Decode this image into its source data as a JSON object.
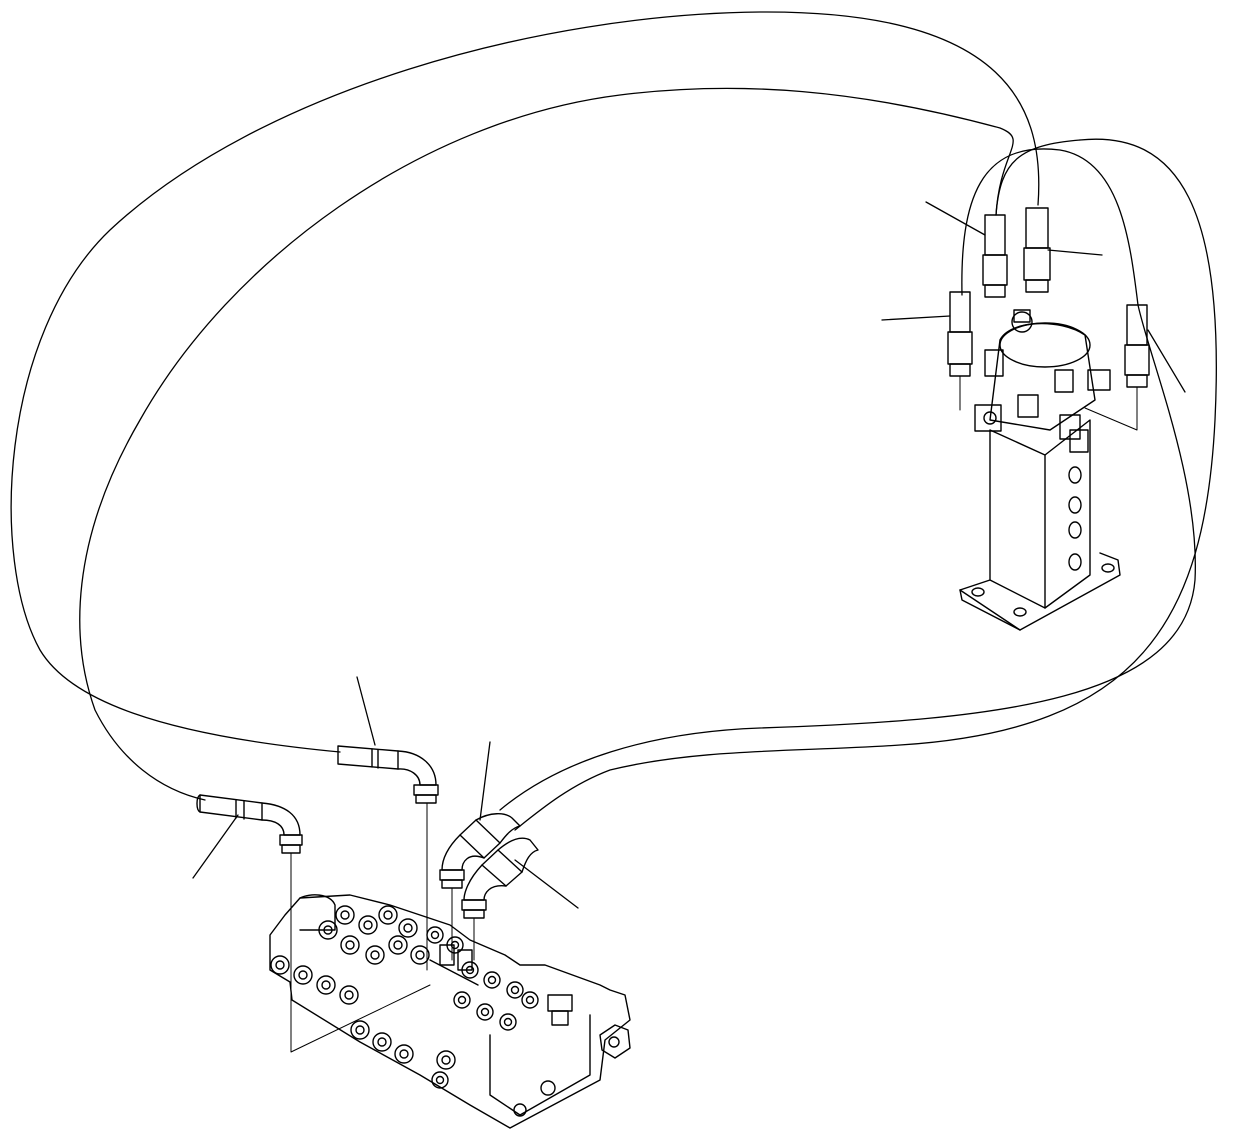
{
  "diagram": {
    "kind": "exploded-parts-illustration",
    "line_color": "#000000",
    "background_color": "#ffffff",
    "components": [
      {
        "id": "control-valve",
        "name": "control-valve"
      },
      {
        "id": "swivel-joint",
        "name": "swivel-joint"
      },
      {
        "id": "hose-a",
        "name": "hose"
      },
      {
        "id": "hose-b",
        "name": "hose"
      },
      {
        "id": "hose-c",
        "name": "hose"
      },
      {
        "id": "hose-d",
        "name": "hose"
      }
    ],
    "leader_lines": 8,
    "callout_labels": []
  }
}
